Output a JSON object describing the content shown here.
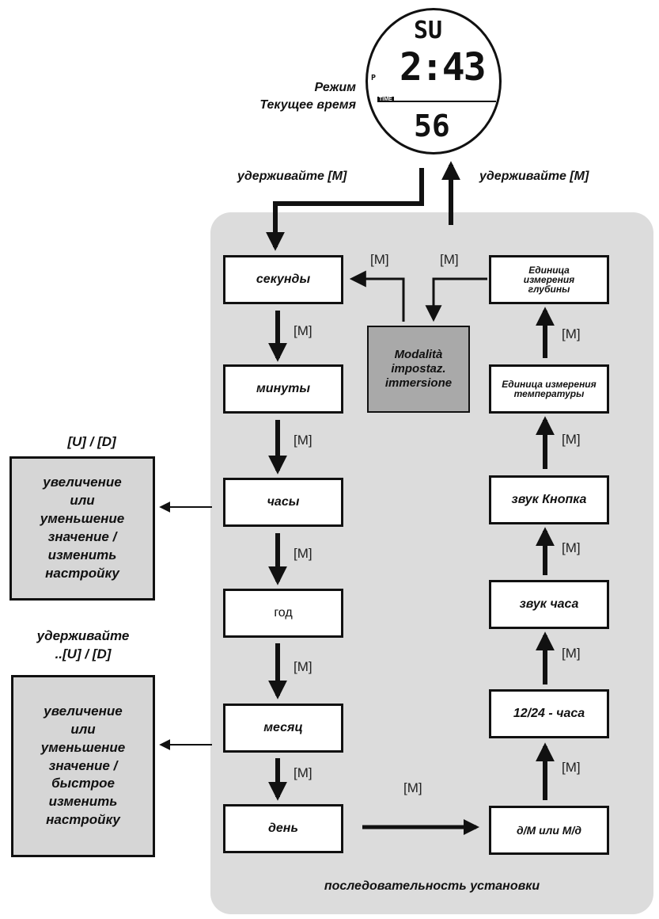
{
  "watch": {
    "day": "SU",
    "time": "2:43",
    "seconds": "56",
    "mode_indicator": "P",
    "bar_label": "TIME"
  },
  "mode_label": "Режим\nТекущее время",
  "hold_m_left": "удерживайте [M]",
  "hold_m_right": "удерживайте [M]",
  "m_label": "[M]",
  "left_column": [
    "секунды",
    "минуты",
    "часы",
    "год",
    "месяц",
    "день"
  ],
  "right_column": [
    "д/М или М/д",
    "12/24 - часа",
    "звук часа",
    "звук Кнопка",
    "Единица измерения температуры",
    "Единица измерения глубины"
  ],
  "mode_box": "Modalità\nimpostaz.\nimmersione",
  "side_top": {
    "heading": "[U] / [D]",
    "text": "увеличение\nили\nуменьшение\nзначение /\nизменить\nнастройку"
  },
  "side_bottom": {
    "heading": "удерживайте\n..[U] / [D]",
    "text": "увеличение\nили\nуменьшение\nзначение /\nбыстрое\nизменить\nнастройку"
  },
  "footer": "последовательность установки"
}
